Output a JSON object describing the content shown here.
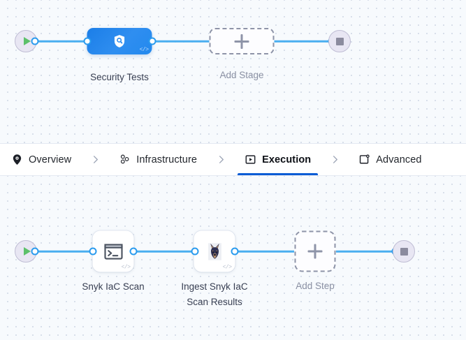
{
  "tabs": {
    "items": [
      {
        "label": "Overview",
        "icon": "shield-pin-icon",
        "active": false
      },
      {
        "label": "Infrastructure",
        "icon": "nodes-icon",
        "active": false
      },
      {
        "label": "Execution",
        "icon": "play-window-icon",
        "active": true
      },
      {
        "label": "Advanced",
        "icon": "window-gear-icon",
        "active": false
      }
    ],
    "separator_icon": "chevron-right-icon",
    "active_underline_color": "#0b5cd5"
  },
  "stage_flow": {
    "start_node": {
      "icon": "play-icon",
      "color": "#5cc06a"
    },
    "end_node": {
      "icon": "stop-icon",
      "color": "#8b8b9e"
    },
    "nodes": [
      {
        "label": "Security Tests",
        "icon": "shield-search-icon",
        "badge": "</>",
        "type": "stage"
      },
      {
        "label": "Add Stage",
        "icon": "plus-icon",
        "type": "add"
      }
    ]
  },
  "step_flow": {
    "start_node": {
      "icon": "play-icon",
      "color": "#5cc06a"
    },
    "end_node": {
      "icon": "stop-icon",
      "color": "#8b8b9e"
    },
    "nodes": [
      {
        "label": "Snyk IaC Scan",
        "icon": "terminal-icon",
        "badge": "</>",
        "type": "step"
      },
      {
        "label": "Ingest Snyk IaC\nScan Results",
        "icon": "snyk-doberman-icon",
        "badge": "</>",
        "type": "step"
      },
      {
        "label": "Add Step",
        "icon": "plus-icon",
        "type": "add"
      }
    ]
  }
}
